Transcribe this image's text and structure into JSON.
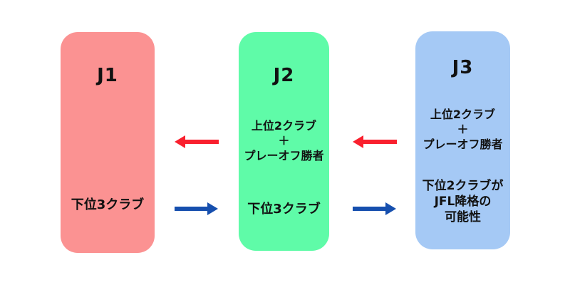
{
  "colors": {
    "j1_box": "#FB9292",
    "j2_box": "#5FFBA8",
    "j3_box": "#A5C9F5",
    "promotion_arrow": "#F9202E",
    "relegation_arrow": "#164FAE",
    "text": "#111111",
    "background": "#FFFFFF"
  },
  "boxes": {
    "j1": {
      "title": "J1",
      "relegation_label": "下位3クラブ"
    },
    "j2": {
      "title": "J2",
      "promotion_lines": [
        "上位2クラブ",
        "＋",
        "プレーオフ勝者"
      ],
      "relegation_label": "下位3クラブ"
    },
    "j3": {
      "title": "J3",
      "promotion_lines": [
        "上位2クラブ",
        "＋",
        "プレーオフ勝者"
      ],
      "relegation_lines": [
        "下位2クラブが",
        "JFL降格の",
        "可能性"
      ]
    }
  },
  "arrows": [
    {
      "name": "promotion-arrow-j2-to-j1",
      "direction": "left",
      "color": "#F9202E"
    },
    {
      "name": "relegation-arrow-j1-to-j2",
      "direction": "right",
      "color": "#164FAE"
    },
    {
      "name": "promotion-arrow-j3-to-j2",
      "direction": "left",
      "color": "#F9202E"
    },
    {
      "name": "relegation-arrow-j2-to-j3",
      "direction": "right",
      "color": "#164FAE"
    }
  ]
}
